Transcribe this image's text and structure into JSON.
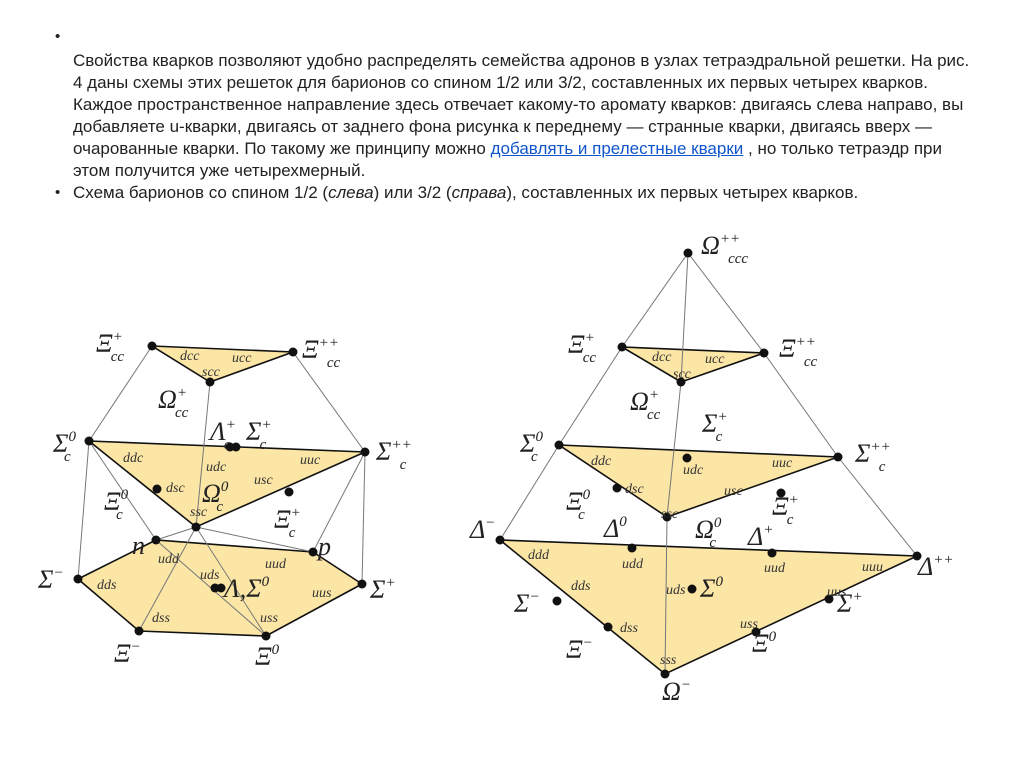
{
  "slide": {
    "paragraph_parts": {
      "before": "Свойства кварков позволяют удобно распределять семейства адронов в узлах тетраэдральной решетки. На рис. 4 даны схемы этих решеток для барионов со спином 1/2 или 3/2, составленных их первых четырех кварков. Каждое пространственное направление здесь отвечает какому-то аромату кварков: двигаясь слева направо, вы добавляете u-кварки, двигаясь от заднего фона рисунка к переднему — странные кварки, двигаясь вверх — очарованные кварки. По такому же принципу можно ",
      "link": "добавлять и прелестные кварки",
      "after": " , но только тетраэдр при этом получится уже четырехмерный."
    },
    "caption_parts": {
      "a": "Схема барионов со спином 1/2 (",
      "b": "слева",
      "c": ") или 3/2 (",
      "d": "справа",
      "e": "), составленных их первых четырех кварков."
    }
  },
  "diagram": {
    "fill_color": "#fbe6a6",
    "line_color": "#111111",
    "thin_line_color": "#777777",
    "left": {
      "quark_labels": [
        "dcc",
        "ucc",
        "scc",
        "ddc",
        "udc",
        "uuc",
        "dsc",
        "usc",
        "ssc",
        "udd",
        "uud",
        "dds",
        "uds",
        "uus",
        "dss",
        "uss"
      ],
      "particles": [
        {
          "base": "Ξ",
          "sub": "cc",
          "sup": "+"
        },
        {
          "base": "Ξ",
          "sub": "cc",
          "sup": "++"
        },
        {
          "base": "Ω",
          "sub": "cc",
          "sup": "+"
        },
        {
          "base": "Λ",
          "sub": "c",
          "sup": "+"
        },
        {
          "base": "Σ",
          "sub": "c",
          "sup": "+"
        },
        {
          "base": "Σ",
          "sub": "c",
          "sup": "0"
        },
        {
          "base": "Σ",
          "sub": "c",
          "sup": "++"
        },
        {
          "base": "Ξ",
          "sub": "c",
          "sup": "0"
        },
        {
          "base": "Ω",
          "sub": "c",
          "sup": "0"
        },
        {
          "base": "Ξ",
          "sub": "c",
          "sup": "+"
        },
        {
          "base": "n",
          "sub": "",
          "sup": ""
        },
        {
          "base": "p",
          "sub": "",
          "sup": ""
        },
        {
          "base": "Σ",
          "sub": "",
          "sup": "−"
        },
        {
          "base": "Λ,Σ",
          "sub": "",
          "sup": "0"
        },
        {
          "base": "Σ",
          "sub": "",
          "sup": "+"
        },
        {
          "base": "Ξ",
          "sub": "",
          "sup": "−"
        },
        {
          "base": "Ξ",
          "sub": "",
          "sup": "0"
        }
      ]
    },
    "right": {
      "quark_labels": [
        "dcc",
        "ucc",
        "scc",
        "ddc",
        "udc",
        "uuc",
        "dsc",
        "usc",
        "ssc",
        "ddd",
        "udd",
        "uud",
        "uuu",
        "dds",
        "uds",
        "uus",
        "dss",
        "uss",
        "sss"
      ],
      "particles": [
        {
          "base": "Ω",
          "sub": "ccc",
          "sup": "++"
        },
        {
          "base": "Ξ",
          "sub": "cc",
          "sup": "+"
        },
        {
          "base": "Ξ",
          "sub": "cc",
          "sup": "++"
        },
        {
          "base": "Ω",
          "sub": "cc",
          "sup": "+"
        },
        {
          "base": "Σ",
          "sub": "c",
          "sup": "0"
        },
        {
          "base": "Σ",
          "sub": "c",
          "sup": "+"
        },
        {
          "base": "Σ",
          "sub": "c",
          "sup": "++"
        },
        {
          "base": "Ξ",
          "sub": "c",
          "sup": "0"
        },
        {
          "base": "Ω",
          "sub": "c",
          "sup": "0"
        },
        {
          "base": "Ξ",
          "sub": "c",
          "sup": "+"
        },
        {
          "base": "Δ",
          "sub": "",
          "sup": "−"
        },
        {
          "base": "Δ",
          "sub": "",
          "sup": "0"
        },
        {
          "base": "Δ",
          "sub": "",
          "sup": "+"
        },
        {
          "base": "Δ",
          "sub": "",
          "sup": "++"
        },
        {
          "base": "Σ",
          "sub": "",
          "sup": "−"
        },
        {
          "base": "Σ",
          "sub": "",
          "sup": "0"
        },
        {
          "base": "Σ",
          "sub": "",
          "sup": "+"
        },
        {
          "base": "Ξ",
          "sub": "",
          "sup": "−"
        },
        {
          "base": "Ξ",
          "sub": "",
          "sup": "0"
        },
        {
          "base": "Ω",
          "sub": "",
          "sup": "−"
        }
      ]
    }
  }
}
